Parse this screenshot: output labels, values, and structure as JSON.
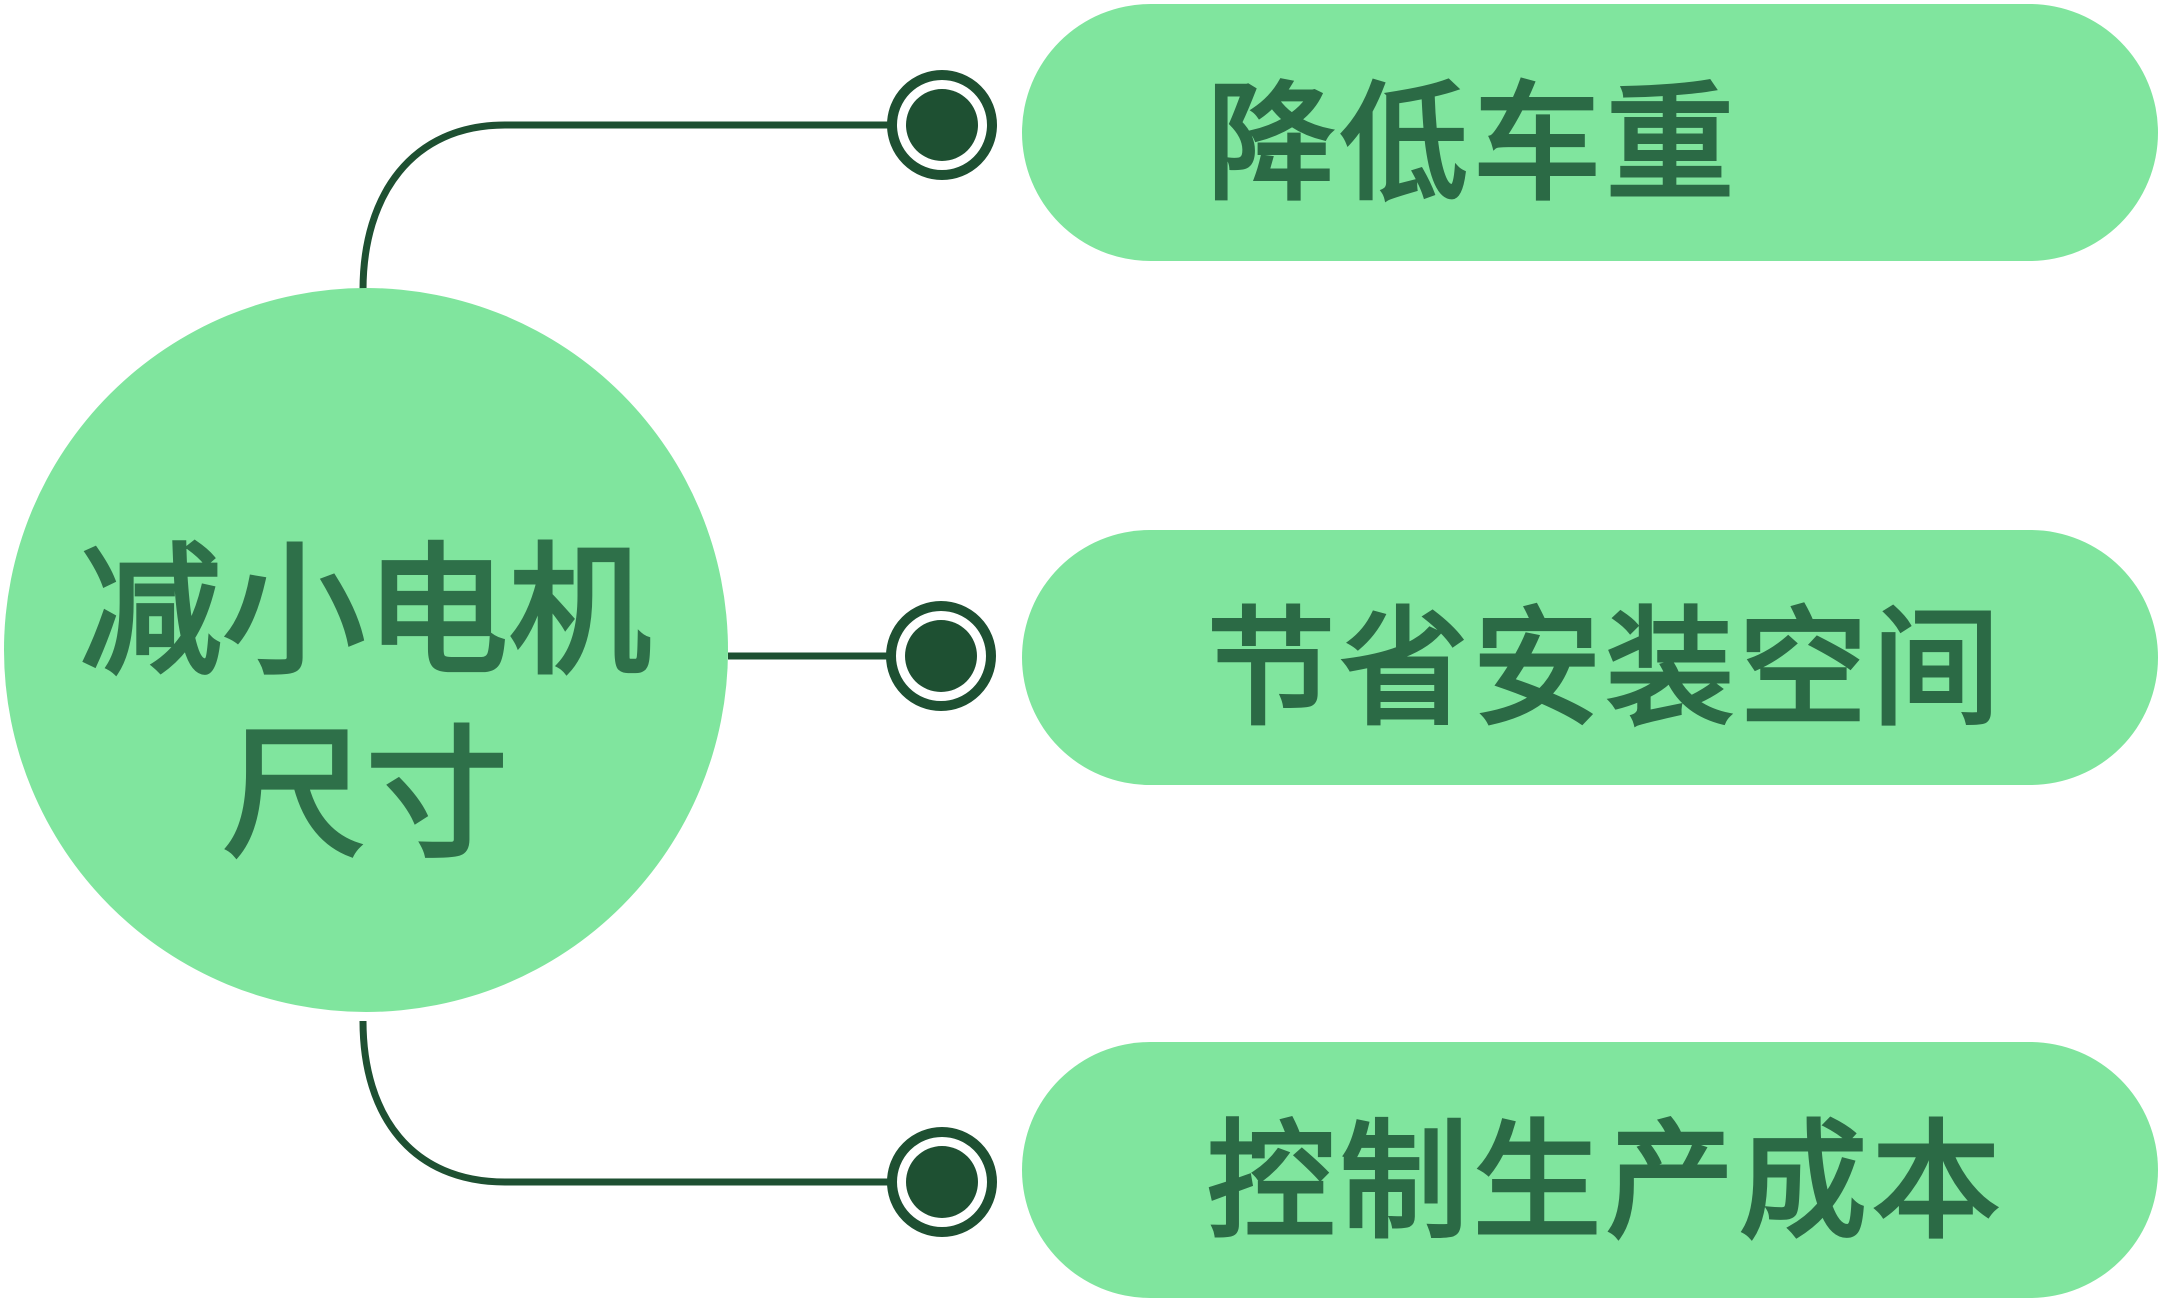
{
  "diagram": {
    "center": {
      "label": "减小电机尺寸",
      "line1": "减小电机",
      "line2": "尺寸"
    },
    "branches": [
      {
        "label": "降低车重"
      },
      {
        "label": "节省安装空间"
      },
      {
        "label": "控制生产成本"
      }
    ],
    "colors": {
      "bg": "#ffffff",
      "pill_green": "#80e59e",
      "dark_green": "#1e5032",
      "circle_text": "#2e7049",
      "pill_text": "#2b6a45"
    }
  }
}
